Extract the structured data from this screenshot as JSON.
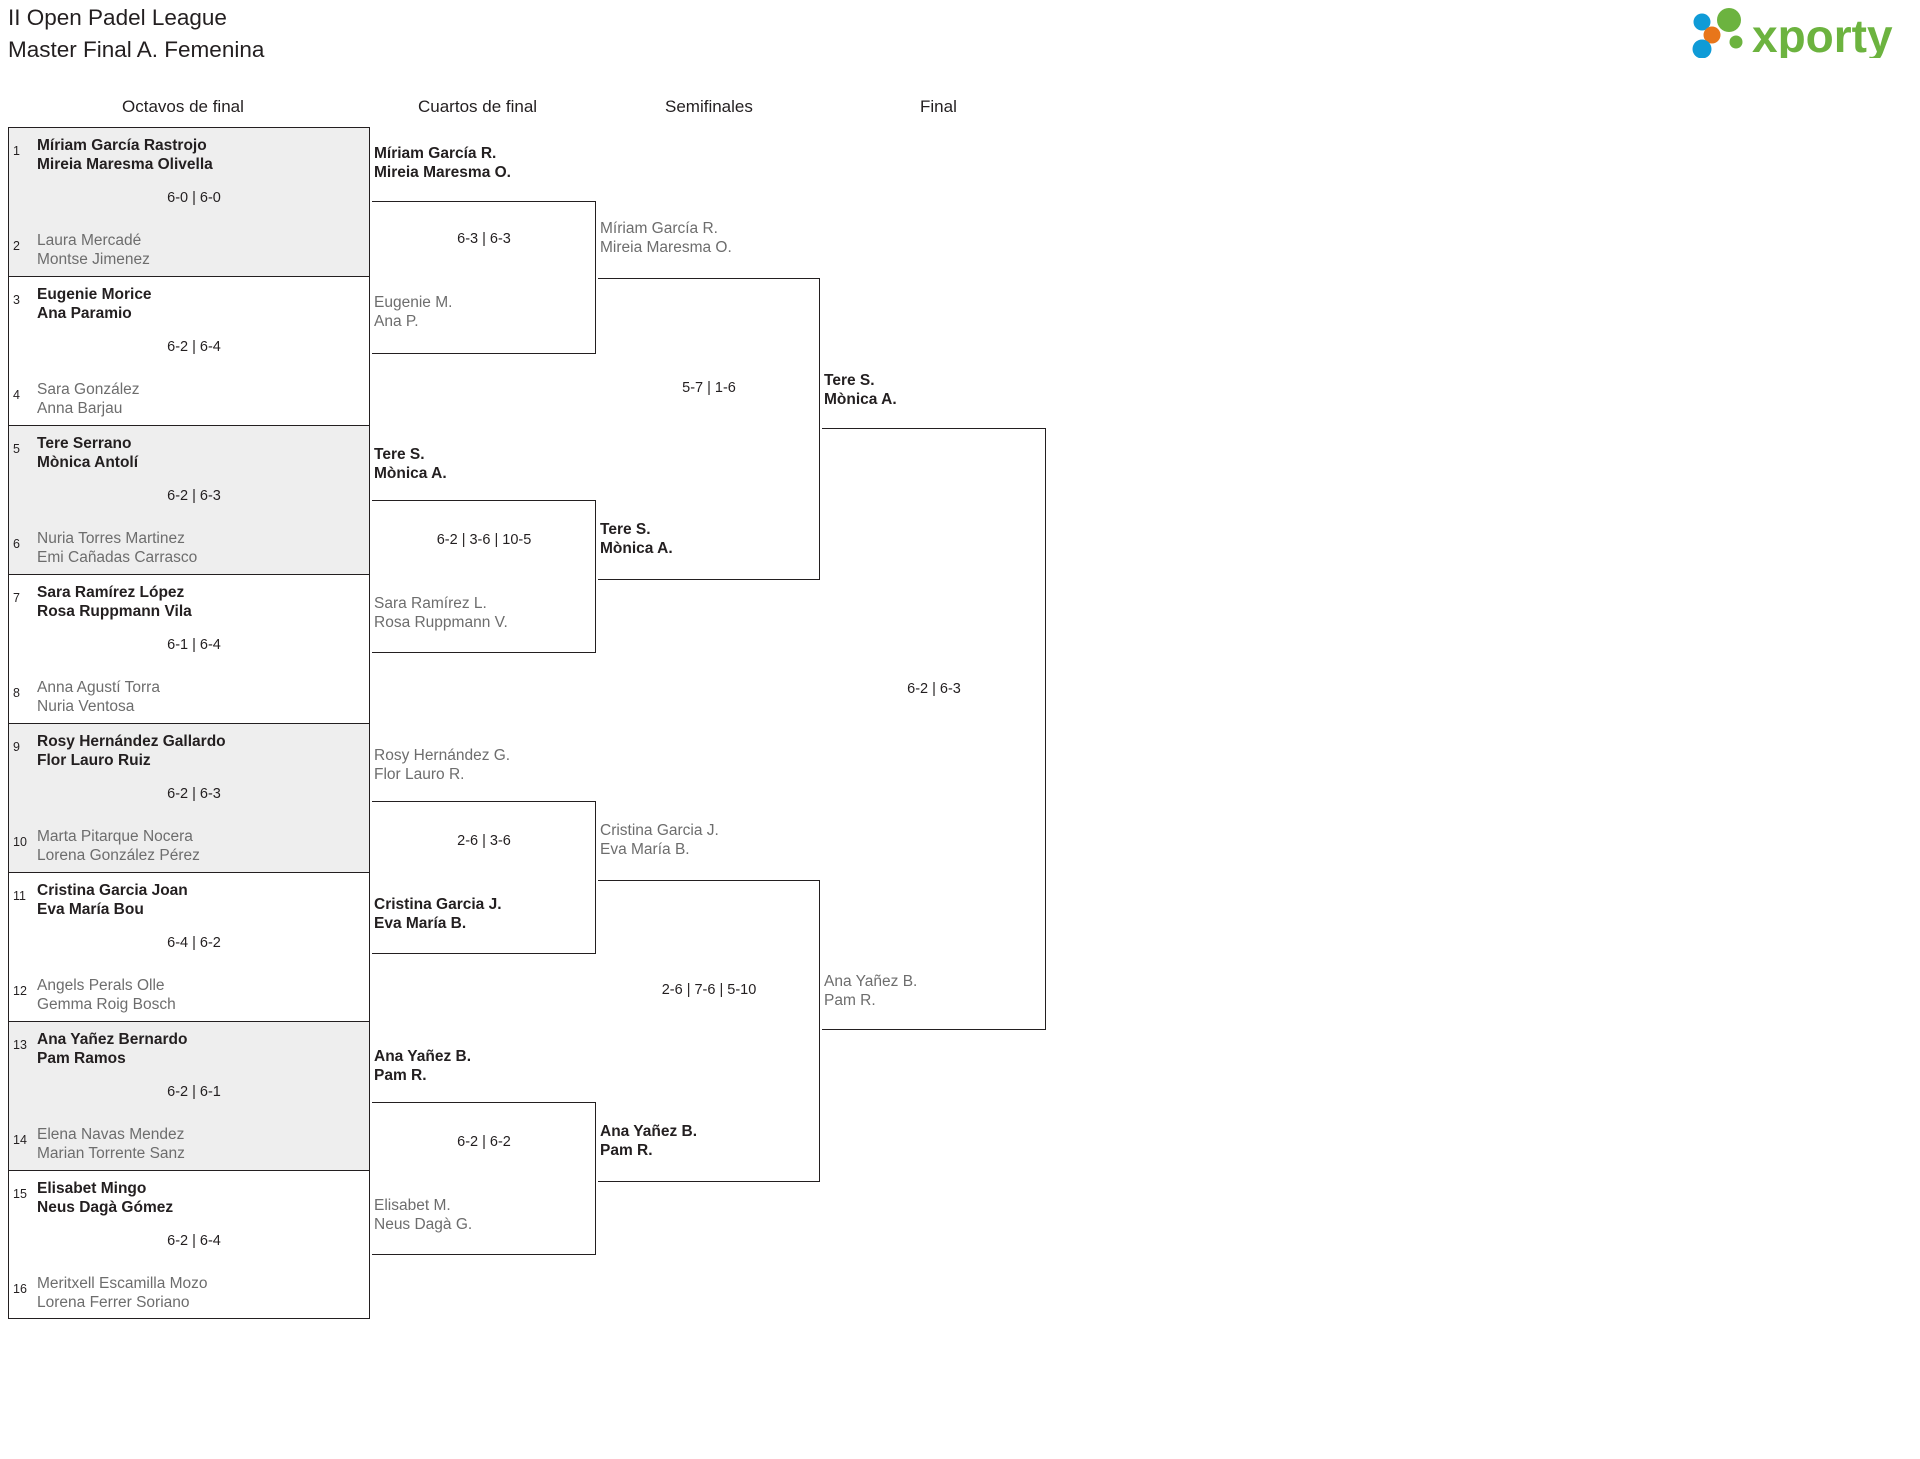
{
  "header": {
    "title_line1": "II Open Padel League",
    "title_line2": "Master Final A. Femenina",
    "logo_text": "xporty",
    "logo_colors": {
      "green": "#6cb33f",
      "blue": "#0f9bd7",
      "orange": "#e8761a"
    }
  },
  "columns": [
    {
      "label": "Octavos de final"
    },
    {
      "label": "Cuartos de final"
    },
    {
      "label": "Semifinales"
    },
    {
      "label": "Final"
    }
  ],
  "bracket": {
    "round1": {
      "name": "Octavos de final",
      "matches": [
        {
          "teams": [
            {
              "seed": "1",
              "line1": "Míriam García Rastrojo",
              "line2": "Mireia Maresma Olivella",
              "result": "winner"
            },
            {
              "seed": "2",
              "line1": "Laura Mercadé",
              "line2": "Montse Jimenez",
              "result": "loser"
            }
          ],
          "score": "6-0 | 6-0"
        },
        {
          "teams": [
            {
              "seed": "3",
              "line1": "Eugenie Morice",
              "line2": "Ana Paramio",
              "result": "winner"
            },
            {
              "seed": "4",
              "line1": "Sara González",
              "line2": "Anna Barjau",
              "result": "loser"
            }
          ],
          "score": "6-2 | 6-4"
        },
        {
          "teams": [
            {
              "seed": "5",
              "line1": "Tere Serrano",
              "line2": "Mònica Antolí",
              "result": "winner"
            },
            {
              "seed": "6",
              "line1": "Nuria Torres Martinez",
              "line2": "Emi Cañadas Carrasco",
              "result": "loser"
            }
          ],
          "score": "6-2 | 6-3"
        },
        {
          "teams": [
            {
              "seed": "7",
              "line1": "Sara Ramírez López",
              "line2": "Rosa Ruppmann Vila",
              "result": "winner"
            },
            {
              "seed": "8",
              "line1": "Anna Agustí Torra",
              "line2": "Nuria Ventosa",
              "result": "loser"
            }
          ],
          "score": "6-1 | 6-4"
        },
        {
          "teams": [
            {
              "seed": "9",
              "line1": "Rosy Hernández Gallardo",
              "line2": "Flor Lauro Ruiz",
              "result": "winner"
            },
            {
              "seed": "10",
              "line1": "Marta Pitarque Nocera",
              "line2": "Lorena González Pérez",
              "result": "loser"
            }
          ],
          "score": "6-2 | 6-3"
        },
        {
          "teams": [
            {
              "seed": "11",
              "line1": "Cristina Garcia Joan",
              "line2": "Eva María Bou",
              "result": "winner"
            },
            {
              "seed": "12",
              "line1": "Angels Perals Olle",
              "line2": "Gemma Roig Bosch",
              "result": "loser"
            }
          ],
          "score": "6-4 | 6-2"
        },
        {
          "teams": [
            {
              "seed": "13",
              "line1": "Ana Yañez Bernardo",
              "line2": "Pam Ramos",
              "result": "winner"
            },
            {
              "seed": "14",
              "line1": "Elena Navas Mendez",
              "line2": "Marian Torrente Sanz",
              "result": "loser"
            }
          ],
          "score": "6-2 | 6-1"
        },
        {
          "teams": [
            {
              "seed": "15",
              "line1": "Elisabet Mingo",
              "line2": "Neus Dagà Gómez",
              "result": "winner"
            },
            {
              "seed": "16",
              "line1": "Meritxell Escamilla Mozo",
              "line2": "Lorena Ferrer Soriano",
              "result": "loser"
            }
          ],
          "score": "6-2 | 6-4"
        }
      ]
    },
    "round2": {
      "name": "Cuartos de final",
      "matches": [
        {
          "teams": [
            {
              "line1": "Míriam García R.",
              "line2": "Mireia Maresma O.",
              "result": "winner"
            },
            {
              "line1": "Eugenie M.",
              "line2": "Ana P.",
              "result": "loser"
            }
          ],
          "score": "6-3 | 6-3"
        },
        {
          "teams": [
            {
              "line1": "Tere S.",
              "line2": "Mònica A.",
              "result": "winner"
            },
            {
              "line1": "Sara Ramírez L.",
              "line2": "Rosa Ruppmann V.",
              "result": "loser"
            }
          ],
          "score": "6-2 | 3-6 | 10-5"
        },
        {
          "teams": [
            {
              "line1": "Rosy Hernández G.",
              "line2": "Flor Lauro R.",
              "result": "loser"
            },
            {
              "line1": "Cristina Garcia J.",
              "line2": "Eva María B.",
              "result": "winner"
            }
          ],
          "score": "2-6 | 3-6"
        },
        {
          "teams": [
            {
              "line1": "Ana Yañez B.",
              "line2": "Pam R.",
              "result": "winner"
            },
            {
              "line1": "Elisabet M.",
              "line2": "Neus Dagà G.",
              "result": "loser"
            }
          ],
          "score": "6-2 | 6-2"
        }
      ]
    },
    "round3": {
      "name": "Semifinales",
      "matches": [
        {
          "teams": [
            {
              "line1": "Míriam García R.",
              "line2": "Mireia Maresma O.",
              "result": "loser"
            },
            {
              "line1": "Tere S.",
              "line2": "Mònica A.",
              "result": "winner"
            }
          ],
          "score": "5-7 | 1-6"
        },
        {
          "teams": [
            {
              "line1": "Cristina Garcia J.",
              "line2": "Eva María B.",
              "result": "loser"
            },
            {
              "line1": "Ana Yañez B.",
              "line2": "Pam R.",
              "result": "winner"
            }
          ],
          "score": "2-6 | 7-6 | 5-10"
        }
      ]
    },
    "round4": {
      "name": "Final",
      "matches": [
        {
          "teams": [
            {
              "line1": "Tere S.",
              "line2": "Mònica A.",
              "result": "winner"
            },
            {
              "line1": "Ana Yañez B.",
              "line2": "Pam R.",
              "result": "loser"
            }
          ],
          "score": "6-2 | 6-3"
        }
      ]
    }
  }
}
